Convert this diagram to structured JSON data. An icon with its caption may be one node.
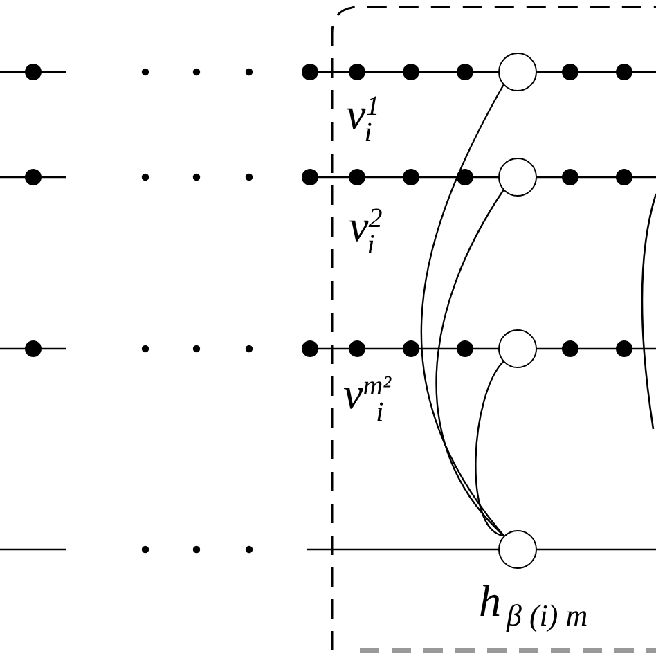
{
  "diagram": {
    "nodes": [
      {
        "text": [],
        "shape": "circle"
      },
      {
        "text": [],
        "shape": "circle"
      },
      {
        "text": [],
        "shape": "circle"
      },
      {
        "text": [],
        "shape": "circle",
        "beside": [
          "h$_{β (i) m}$"
        ]
      }
    ],
    "edges": [
      {
        "from": 3,
        "to": 0,
        "arrow": "none"
      },
      {
        "from": 3,
        "to": 1,
        "arrow": "none"
      },
      {
        "from": 3,
        "to": 2,
        "arrow": "none"
      }
    ],
    "labels": [
      "v$^{1}$$_{i}$",
      "v$^{2}$$_{i}$",
      "v$^{m²}$$_{i}$"
    ]
  }
}
